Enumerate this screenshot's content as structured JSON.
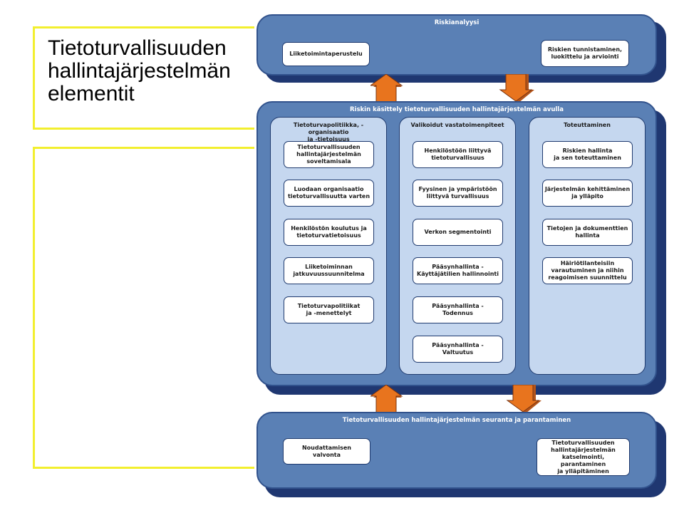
{
  "slide": {
    "title": "Tietoturvallisuuden\nhallintajärjestelmän\nelementit"
  },
  "colors": {
    "frame_yellow": "#f2ef2e",
    "panel_blue": "#5a80b5",
    "panel_shadow": "#1f3771",
    "column_fill": "#c5d7ef",
    "arrow_orange": "#e8741e"
  },
  "risk_analysis": {
    "title": "Riskianalyysi",
    "left_item": "Liiketoimintaperustelu",
    "right_item": "Riskien tunnistaminen,\nluokittelu ja arviointi"
  },
  "risk_treatment": {
    "title": "Riskin käsittely tietoturvallisuuden hallintajärjestelmän avulla",
    "columns": [
      {
        "title": "Tietoturvapolitiikka, -organisaatio\nja -tietoisuus",
        "items": [
          "Tietoturvallisuuden\nhallintajärjestelmän\nsoveltamisala",
          "Luodaan organisaatio\ntietoturvallisuutta varten",
          "Henkilöstön koulutus ja\ntietoturvatietoisuus",
          "Liiketoiminnan\njatkuvuussuunnitelma",
          "Tietoturvapolitiikat\nja -menettelyt"
        ]
      },
      {
        "title": "Valikoidut vastatoimenpiteet",
        "items": [
          "Henkilöstöön liittyvä\ntietoturvallisuus",
          "Fyysinen ja ympäristöön\nliittyvä turvallisuus",
          "Verkon segmentointi",
          "Pääsynhallinta -\nKäyttäjätilien hallinnointi",
          "Pääsynhallinta -\nTodennus",
          "Pääsynhallinta -\nValtuutus"
        ]
      },
      {
        "title": "Toteuttaminen",
        "items": [
          "Riskien hallinta\nja sen toteuttaminen",
          "Järjestelmän kehittäminen\nja ylläpito",
          "Tietojen ja dokumenttien\nhallinta",
          "Häiriötilanteisiin\nvarautuminen ja niihin\nreagoimisen suunnittelu"
        ]
      }
    ]
  },
  "monitoring": {
    "title": "Tietoturvallisuuden hallintajärjestelmän seuranta ja parantaminen",
    "left_item": "Noudattamisen\nvalvonta",
    "right_item": "Tietoturvallisuuden\nhallintajärjestelmän\nkatselmointi, parantaminen\nja ylläpitäminen"
  }
}
